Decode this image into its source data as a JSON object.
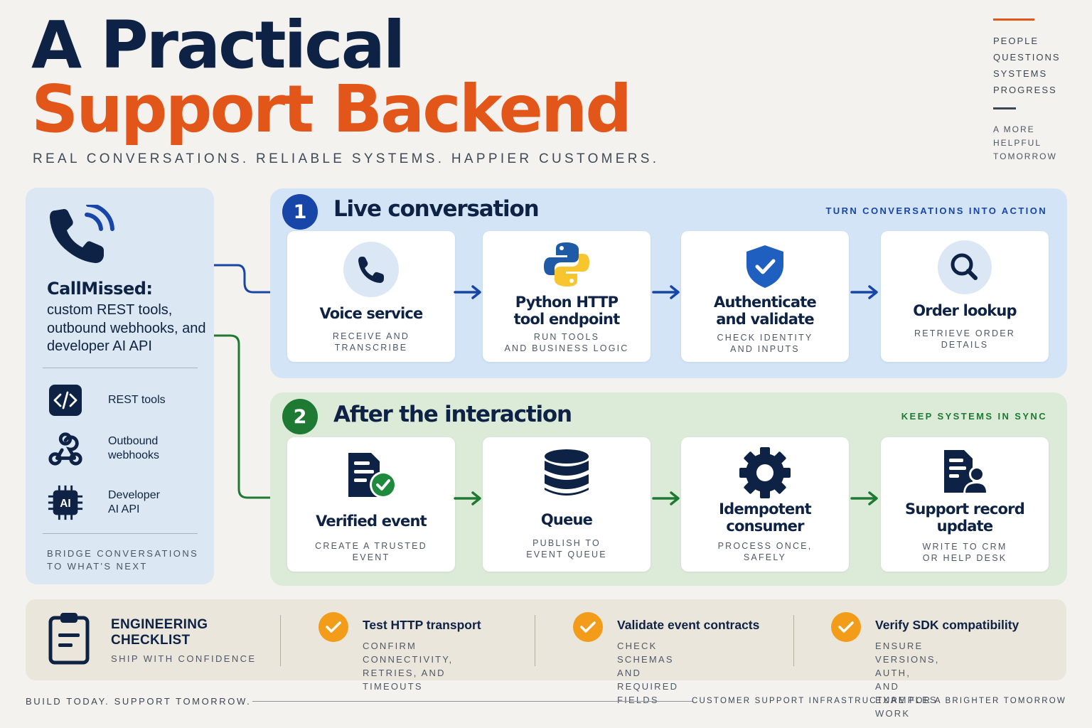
{
  "header": {
    "title_line1": "A Practical",
    "title_line2": "Support Backend",
    "tagline": "REAL CONVERSATIONS. RELIABLE SYSTEMS. HAPPIER CUSTOMERS."
  },
  "side_nav": {
    "items": [
      "PEOPLE",
      "QUESTIONS",
      "SYSTEMS",
      "PROGRESS"
    ],
    "note": [
      "A MORE",
      "HELPFUL",
      "TOMORROW"
    ]
  },
  "left_panel": {
    "title": "CallMissed:",
    "description": "custom REST tools, outbound webhooks, and developer AI API",
    "features": [
      {
        "icon": "code-icon",
        "label": "REST tools"
      },
      {
        "icon": "webhook-icon",
        "label": "Outbound\nwebhooks"
      },
      {
        "icon": "ai-chip-icon",
        "label": "Developer\nAI API"
      }
    ],
    "chip_text": "AI",
    "footer_line1": "BRIDGE CONVERSATIONS",
    "footer_line2": "TO WHAT'S NEXT"
  },
  "sections": [
    {
      "number": "1",
      "title": "Live conversation",
      "tagline": "TURN CONVERSATIONS INTO ACTION",
      "color": "#1746a8",
      "cards": [
        {
          "icon": "phone-icon",
          "title": "Voice service",
          "subtitle": "RECEIVE AND\nTRANSCRIBE"
        },
        {
          "icon": "python-icon",
          "title": "Python HTTP\ntool endpoint",
          "subtitle": "RUN TOOLS\nAND BUSINESS LOGIC"
        },
        {
          "icon": "shield-check-icon",
          "title": "Authenticate\nand validate",
          "subtitle": "CHECK IDENTITY\nAND INPUTS"
        },
        {
          "icon": "search-icon",
          "title": "Order lookup",
          "subtitle": "RETRIEVE ORDER\nDETAILS"
        }
      ]
    },
    {
      "number": "2",
      "title": "After the interaction",
      "tagline": "KEEP SYSTEMS IN SYNC",
      "color": "#1e7a33",
      "cards": [
        {
          "icon": "verified-document-icon",
          "title": "Verified event",
          "subtitle": "CREATE A TRUSTED\nEVENT"
        },
        {
          "icon": "database-icon",
          "title": "Queue",
          "subtitle": "PUBLISH TO\nEVENT QUEUE"
        },
        {
          "icon": "gear-icon",
          "title": "Idempotent\nconsumer",
          "subtitle": "PROCESS ONCE,\nSAFELY"
        },
        {
          "icon": "user-record-icon",
          "title": "Support record\nupdate",
          "subtitle": "WRITE TO CRM\nOR HELP DESK"
        }
      ]
    }
  ],
  "checklist": {
    "title": "ENGINEERING\nCHECKLIST",
    "subtitle": "SHIP WITH CONFIDENCE",
    "items": [
      {
        "title": "Test HTTP transport",
        "subtitle": "CONFIRM CONNECTIVITY,\nRETRIES, AND TIMEOUTS"
      },
      {
        "title": "Validate event contracts",
        "subtitle": "CHECK SCHEMAS\nAND REQUIRED FIELDS"
      },
      {
        "title": "Verify SDK compatibility",
        "subtitle": "ENSURE VERSIONS, AUTH,\nAND EXAMPLES WORK"
      }
    ]
  },
  "footer": {
    "left": "BUILD TODAY. SUPPORT TOMORROW.",
    "right": "CUSTOMER SUPPORT INFRASTRUCTURE FOR A BRIGHTER TOMORROW"
  },
  "colors": {
    "navy": "#0d2244",
    "orange": "#e2561a",
    "blue": "#1746a8",
    "green": "#1e7a33",
    "check_orange": "#f39c1a"
  }
}
